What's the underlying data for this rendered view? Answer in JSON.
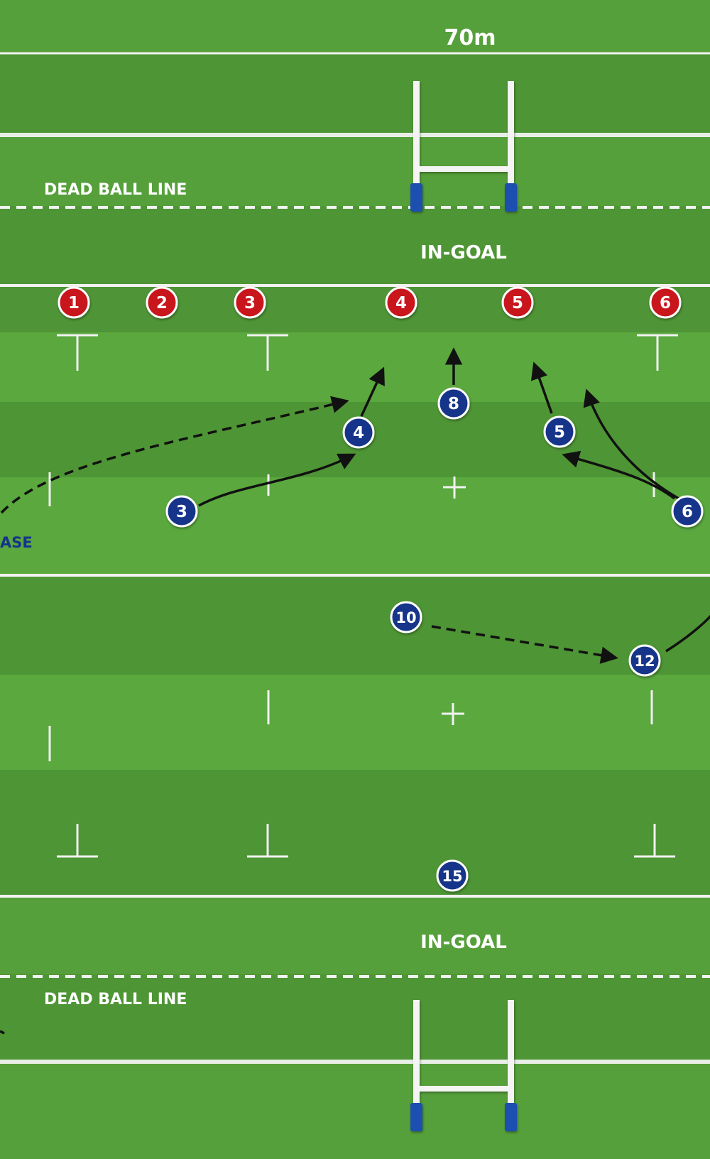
{
  "labels": {
    "width": "70m",
    "dead_ball_line_top": "DEAD BALL LINE",
    "in_goal_top": "IN-GOAL",
    "in_goal_bottom": "IN-GOAL",
    "dead_ball_line_bottom": "DEAD BALL LINE",
    "phase_fragment": "ASE"
  },
  "colors": {
    "grass_light": "#5aa33c",
    "grass_dark": "#4d9334",
    "line": "#f2f2f2",
    "defence": "#c8161d",
    "attack": "#14348a",
    "arrow": "#111111",
    "post_pad": "#1f4fb0"
  },
  "defenders": [
    "1",
    "2",
    "3",
    "4",
    "5",
    "6"
  ],
  "attackers": [
    "8",
    "4",
    "5",
    "3",
    "6",
    "10",
    "12",
    "15"
  ],
  "icons": {
    "goal_posts": "goal-posts-icon",
    "defender": "red-player-icon",
    "attacker": "blue-player-icon"
  }
}
